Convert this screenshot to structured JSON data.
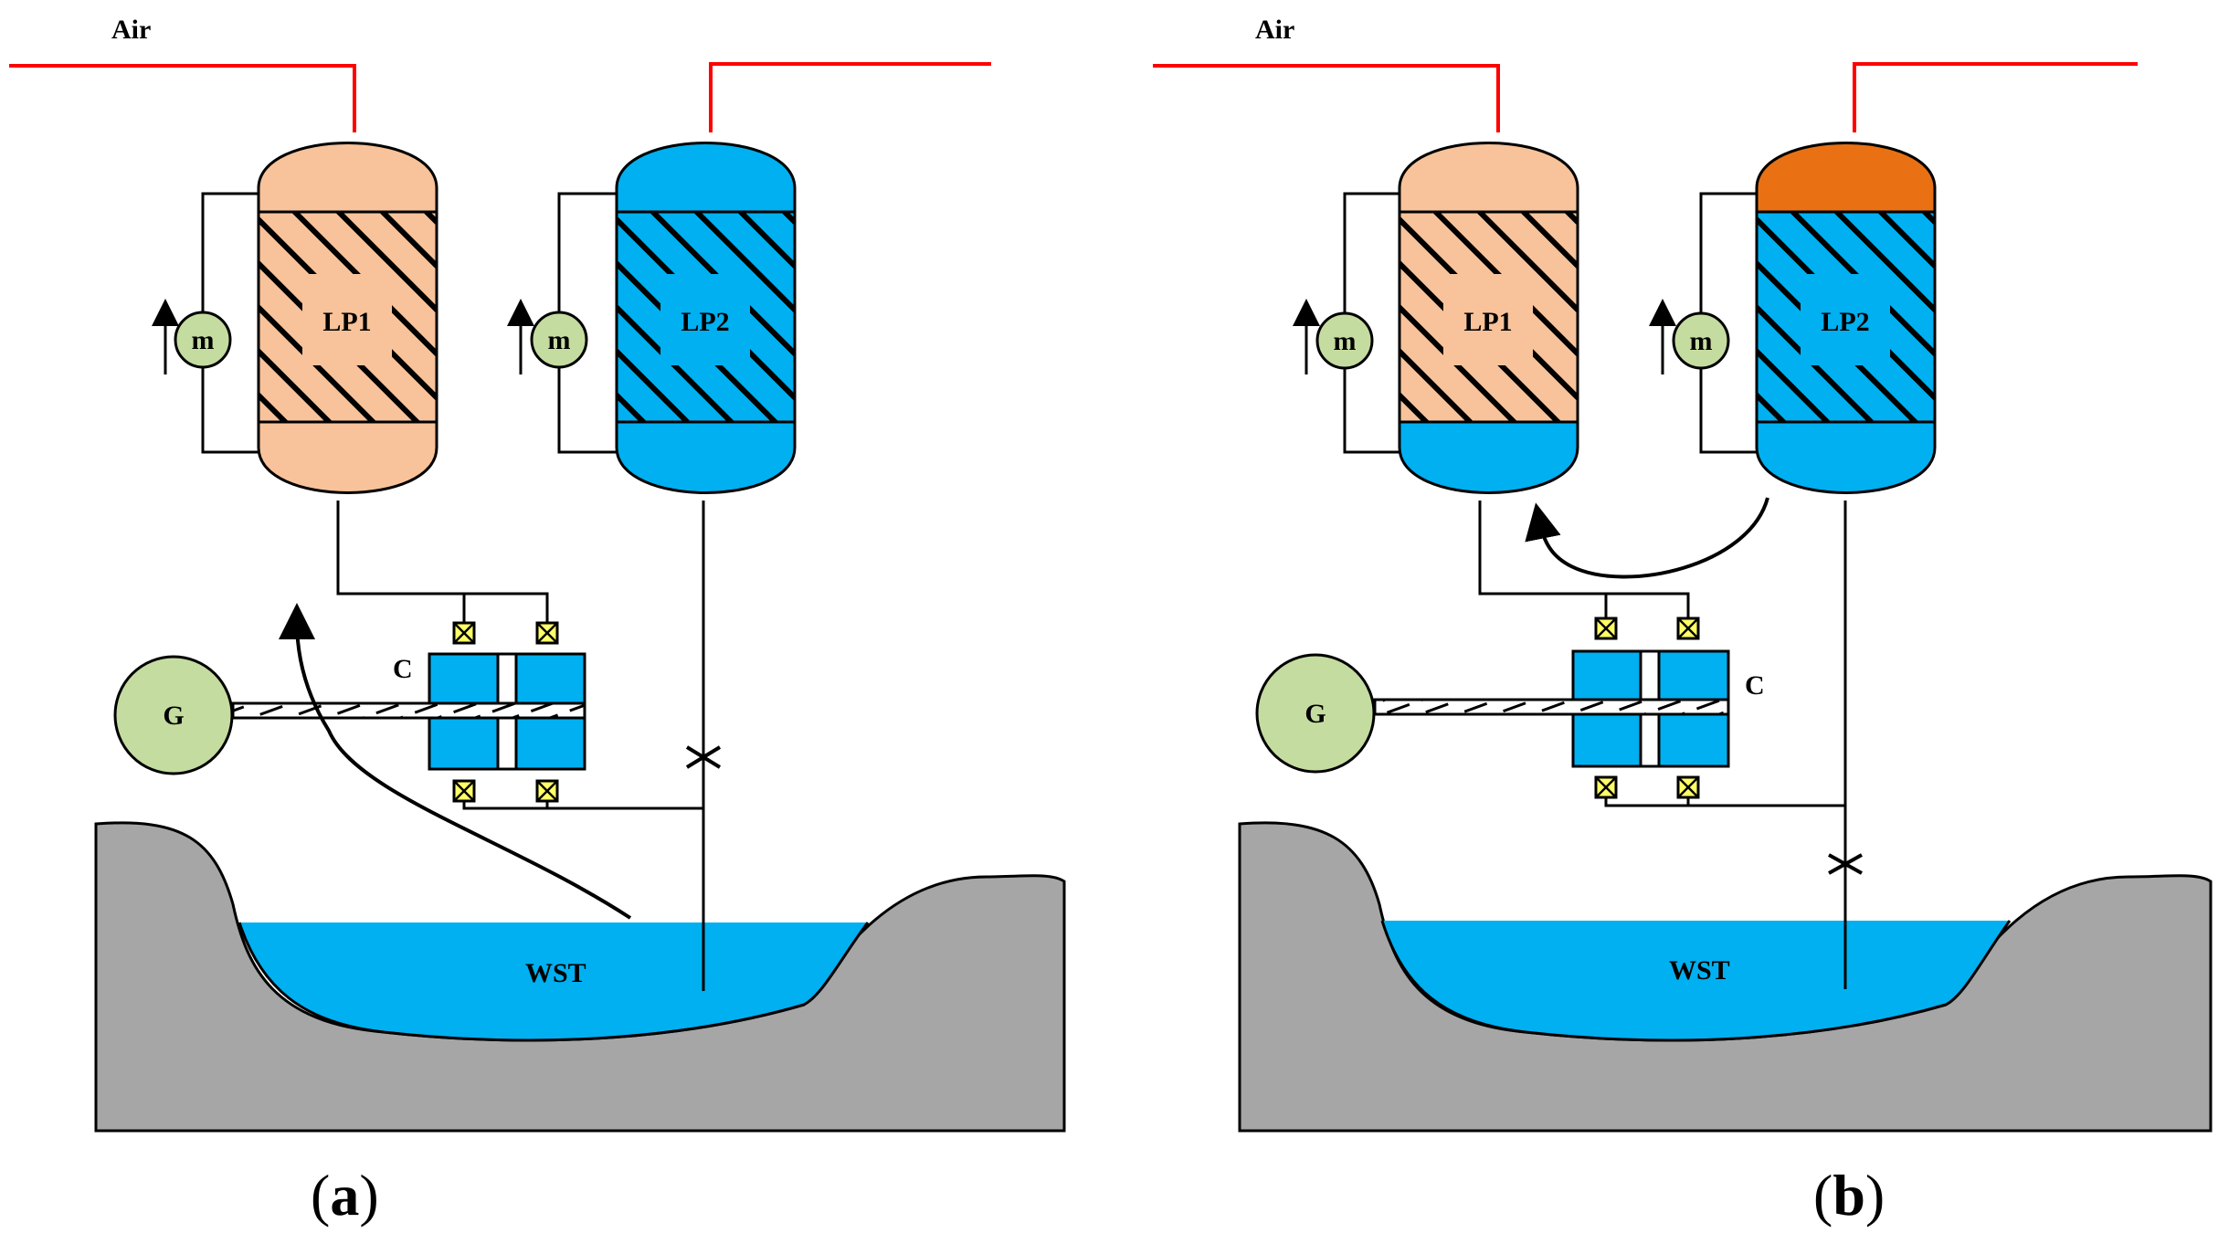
{
  "panels": [
    {
      "id": "a",
      "air_label": "Air",
      "vessel1_label": "LP1",
      "vessel2_label": "LP2",
      "motor_label": "m",
      "generator_label": "G",
      "cylinder_label": "C",
      "reservoir_label": "WST",
      "caption_open": "(",
      "caption_letter": "a",
      "caption_close": ")"
    },
    {
      "id": "b",
      "air_label": "Air",
      "vessel1_label": "LP1",
      "vessel2_label": "LP2",
      "motor_label": "m",
      "generator_label": "G",
      "cylinder_label": "C",
      "reservoir_label": "WST",
      "caption_open": "(",
      "caption_letter": "b",
      "caption_close": ")"
    }
  ],
  "colors": {
    "air_line": "#ff0000",
    "water": "#00b0f0",
    "vessel_peach": "#f8c39a",
    "vessel_orange": "#e97114",
    "ground": "#a6a6a6",
    "motor": "#c5dca0",
    "valve": "#ffff66",
    "stroke": "#000000"
  }
}
